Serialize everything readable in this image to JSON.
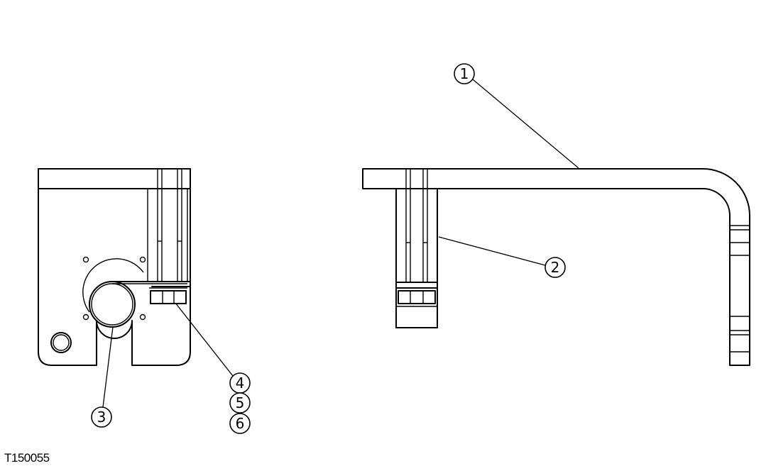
{
  "figure_id": "T150055",
  "callouts": [
    {
      "id": "callout-1",
      "label": "1"
    },
    {
      "id": "callout-2",
      "label": "2"
    },
    {
      "id": "callout-3",
      "label": "3"
    },
    {
      "id": "callout-4",
      "label": "4"
    },
    {
      "id": "callout-5",
      "label": "5"
    },
    {
      "id": "callout-6",
      "label": "6"
    }
  ]
}
